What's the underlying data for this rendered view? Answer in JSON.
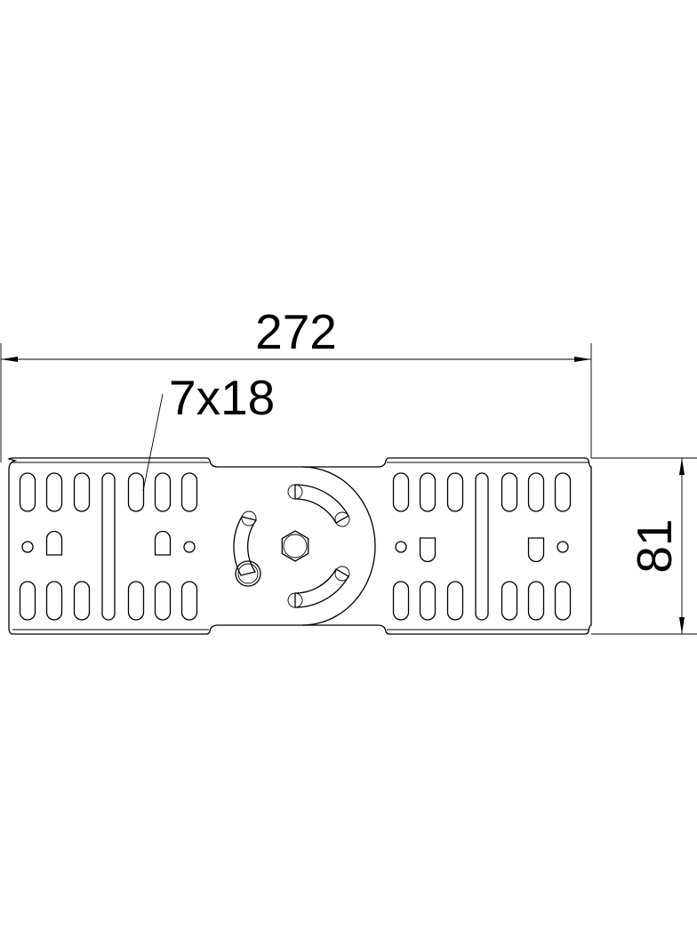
{
  "drawing": {
    "dimensions": {
      "length": "272",
      "height": "81",
      "slot_size": "7x18"
    },
    "line_color": "#000000",
    "background_color": "#ffffff"
  }
}
